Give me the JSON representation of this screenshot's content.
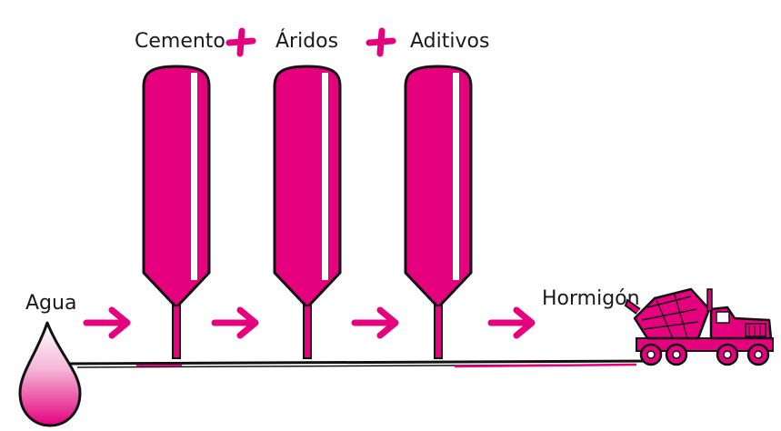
{
  "labels": {
    "cement": "Cemento",
    "aggregates": "Áridos",
    "additives": "Aditivos",
    "water": "Agua",
    "concrete": "Hormigón"
  },
  "colors": {
    "magenta": "#e5007e",
    "ink": "#111111",
    "background": "#ffffff"
  },
  "icons": {
    "plus": "plus-icon",
    "arrow": "arrow-right-icon",
    "drop": "water-drop-icon",
    "silo": "silo-icon",
    "truck": "mixer-truck-icon"
  }
}
